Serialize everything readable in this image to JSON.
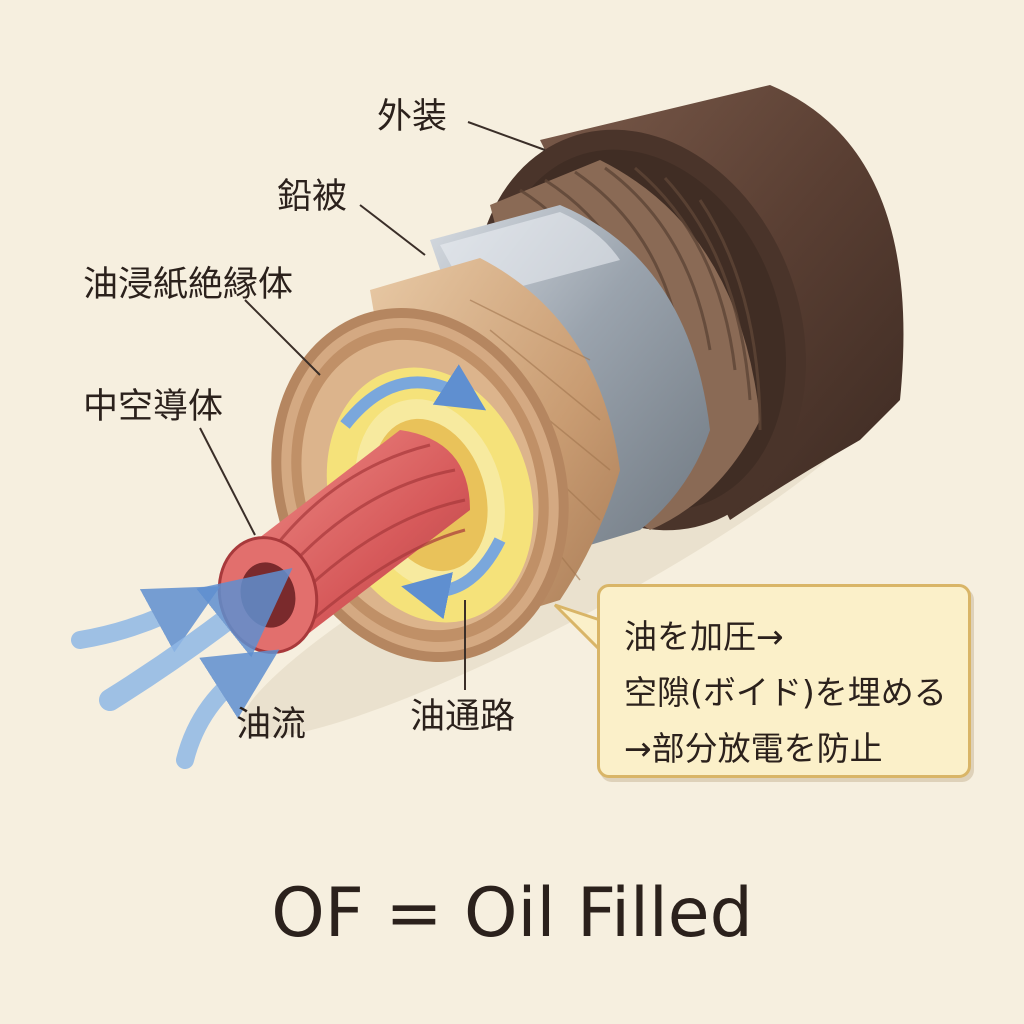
{
  "labels": {
    "sheath": "外装",
    "lead_sheath": "鉛被",
    "insulation": "油浸紙絶縁体",
    "hollow_conductor": "中空導体",
    "oil_flow": "油流",
    "oil_channel": "油通路"
  },
  "note": {
    "lines": [
      "油を加圧→",
      "空隙(ボイド)を埋める",
      "→部分放電を防止"
    ]
  },
  "title": "OF = Oil Filled",
  "colors": {
    "background": "#f6efdf",
    "outer_sheath": "#5a3f33",
    "armor": "#8a6a55",
    "lead": "#a9b0b8",
    "paper_insulation": "#c99c72",
    "oil_channel": "#f5e27a",
    "conductor": "#d6595a",
    "oil_arrow": "#8fb8e6",
    "note_fill": "#fbf0c9",
    "note_border": "#d9b567"
  }
}
